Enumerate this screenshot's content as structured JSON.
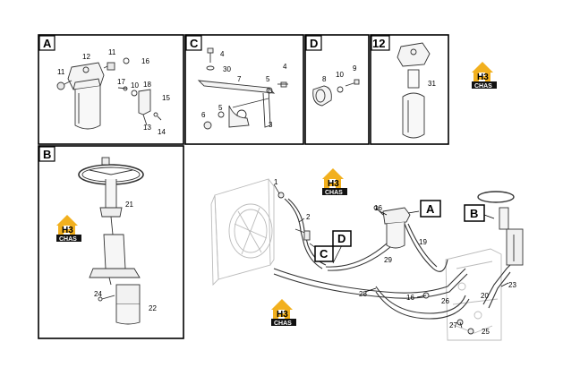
{
  "panels": {
    "a": {
      "letter": "A",
      "labels": [
        "12",
        "11",
        "16",
        "11",
        "17",
        "10",
        "18",
        "15",
        "13",
        "14"
      ]
    },
    "c": {
      "letter": "C",
      "labels": [
        "4",
        "30",
        "7",
        "4",
        "5",
        "5",
        "6",
        "3"
      ]
    },
    "d": {
      "letter": "D",
      "labels": [
        "10",
        "9",
        "8"
      ]
    },
    "p12": {
      "letter": "12",
      "labels": [
        "31"
      ]
    },
    "b": {
      "letter": "B",
      "labels": [
        "21",
        "24",
        "22"
      ]
    }
  },
  "main": {
    "callouts": {
      "a": "A",
      "b": "B",
      "c": "C",
      "d": "D"
    },
    "labels": [
      "1",
      "2",
      "16",
      "19",
      "29",
      "28",
      "16",
      "26",
      "20",
      "23",
      "27",
      "25"
    ]
  },
  "logo": {
    "mark": "H3",
    "brand": "CHAS",
    "accent": "#f2b01e"
  }
}
